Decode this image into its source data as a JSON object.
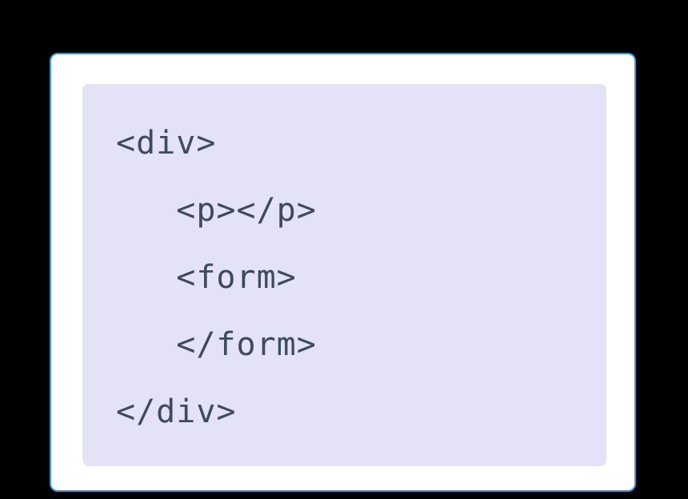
{
  "canvas": {
    "background_color": "#000000"
  },
  "card": {
    "background_color": "#ffffff",
    "border_color": "#2e9ad7"
  },
  "code_block": {
    "background_color": "#e3e2f6",
    "text_color": "#3e4a5e",
    "language": "html",
    "lines": [
      "<div>",
      "   <p></p>",
      "   <form>",
      "   </form>",
      "</div>"
    ]
  }
}
